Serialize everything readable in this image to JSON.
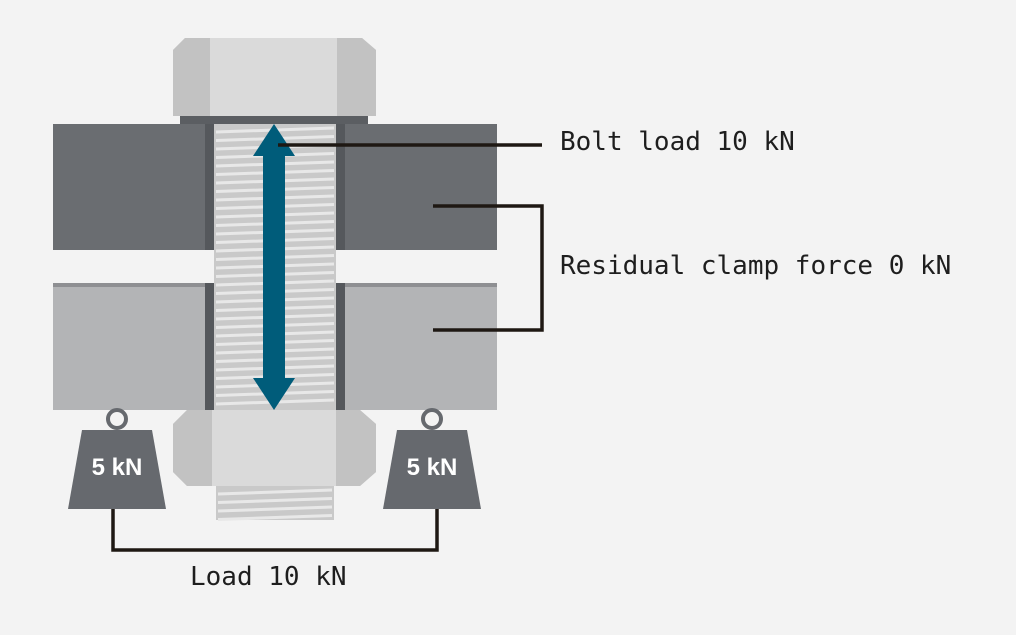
{
  "labels": {
    "bolt_load": "Bolt load 10 kN",
    "residual_clamp": "Residual clamp force 0 kN",
    "external_load": "Load 10 kN"
  },
  "weights": {
    "left": "5 kN",
    "right": "5 kN"
  },
  "colors": {
    "background": "#f3f3f3",
    "upper_plate": "#6a6d71",
    "lower_plate": "#b3b4b6",
    "bolt_metal": "#d0d0d0",
    "arrow": "#005c7a",
    "weight": "#66696e",
    "leader_line": "#1e1813"
  }
}
